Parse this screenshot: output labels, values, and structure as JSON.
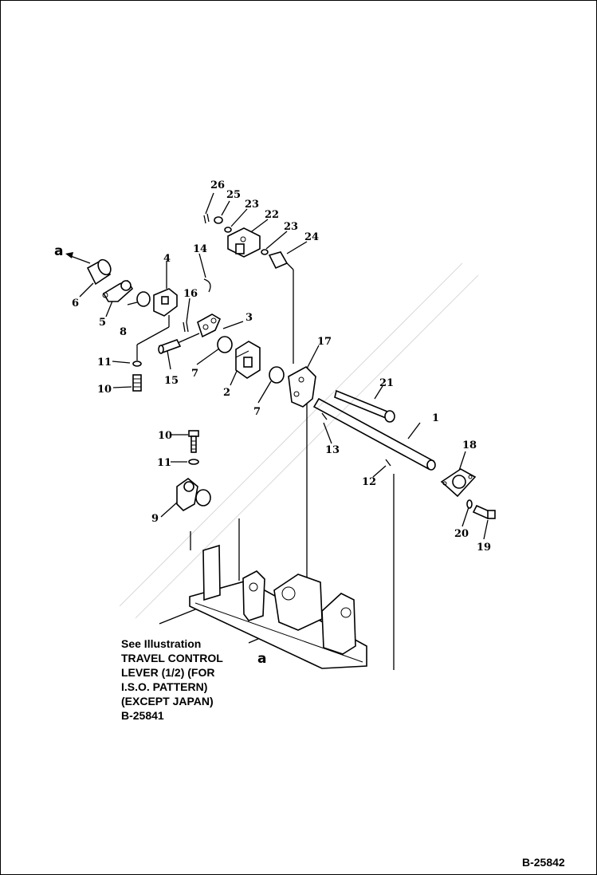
{
  "diagram": {
    "callouts": [
      {
        "id": "1",
        "text": "1"
      },
      {
        "id": "2",
        "text": "2"
      },
      {
        "id": "3",
        "text": "3"
      },
      {
        "id": "4",
        "text": "4"
      },
      {
        "id": "5",
        "text": "5"
      },
      {
        "id": "6",
        "text": "6"
      },
      {
        "id": "7a",
        "text": "7"
      },
      {
        "id": "7b",
        "text": "7"
      },
      {
        "id": "8",
        "text": "8"
      },
      {
        "id": "9",
        "text": "9"
      },
      {
        "id": "10a",
        "text": "10"
      },
      {
        "id": "10b",
        "text": "10"
      },
      {
        "id": "11a",
        "text": "11"
      },
      {
        "id": "11b",
        "text": "11"
      },
      {
        "id": "12",
        "text": "12"
      },
      {
        "id": "13",
        "text": "13"
      },
      {
        "id": "14",
        "text": "14"
      },
      {
        "id": "15",
        "text": "15"
      },
      {
        "id": "16",
        "text": "16"
      },
      {
        "id": "17",
        "text": "17"
      },
      {
        "id": "18",
        "text": "18"
      },
      {
        "id": "19",
        "text": "19"
      },
      {
        "id": "20",
        "text": "20"
      },
      {
        "id": "21",
        "text": "21"
      },
      {
        "id": "22",
        "text": "22"
      },
      {
        "id": "23a",
        "text": "23"
      },
      {
        "id": "23b",
        "text": "23"
      },
      {
        "id": "24",
        "text": "24"
      },
      {
        "id": "25",
        "text": "25"
      },
      {
        "id": "26",
        "text": "26"
      }
    ],
    "connector_labels": {
      "top": "a",
      "bottom": "a"
    },
    "note_lines": [
      "See Illustration",
      "TRAVEL CONTROL",
      "LEVER (1/2) (FOR",
      "I.S.O. PATTERN)",
      "(EXCEPT JAPAN)",
      "B-25841"
    ],
    "figure_id": "B-25842"
  }
}
